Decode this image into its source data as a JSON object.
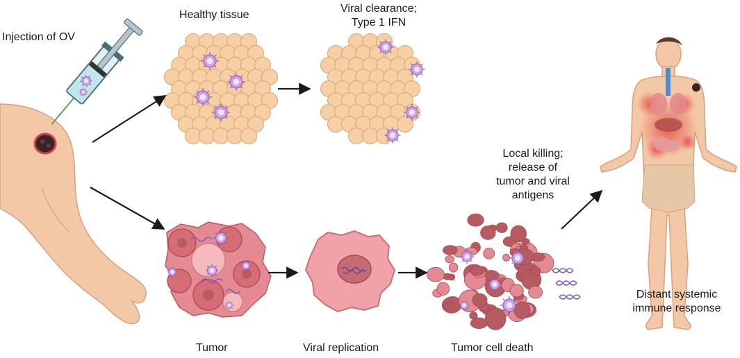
{
  "labels": {
    "injection": "Injection of OV",
    "healthy_tissue": "Healthy tissue",
    "viral_clearance": [
      "Viral clearance;",
      "Type 1 IFN"
    ],
    "tumor": "Tumor",
    "viral_replication": "Viral replication",
    "tumor_cell_death": "Tumor cell death",
    "local_killing": [
      "Local killing;",
      "release of",
      "tumor and viral",
      "antigens"
    ],
    "distant_response": [
      "Distant systemic",
      "immune response"
    ]
  },
  "icons": {
    "syringe": "syringe-icon",
    "arm": "arm-icon",
    "virus": "virus-icon",
    "human": "human-body-icon"
  },
  "colors": {
    "healthy_cell": "#f6cfa4",
    "healthy_border": "#d9a472",
    "tumor_cell": "#e58a92",
    "tumor_dark": "#b85a62",
    "virus": "#c9a3e6",
    "virus_core": "#e9d6f7",
    "skin": "#f3c8a6",
    "arrow": "#1a1a1a"
  }
}
